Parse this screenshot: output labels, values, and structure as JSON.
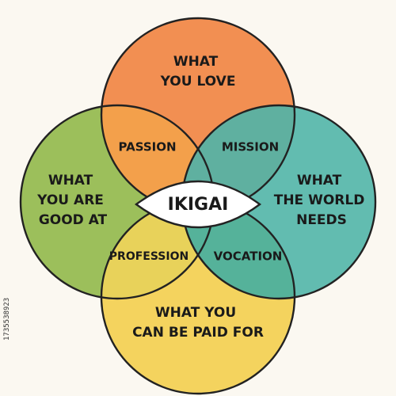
{
  "diagram": {
    "circles": {
      "love": {
        "lines": [
          "WHAT",
          "YOU LOVE"
        ],
        "color": "#f28f52"
      },
      "good": {
        "lines": [
          "WHAT",
          "YOU ARE",
          "GOOD AT"
        ],
        "color": "#9cbf5b"
      },
      "world": {
        "lines": [
          "WHAT",
          "THE WORLD",
          "NEEDS"
        ],
        "color": "#62bcb0"
      },
      "paid": {
        "lines": [
          "WHAT YOU",
          "CAN BE PAID FOR"
        ],
        "color": "#f4d35e"
      }
    },
    "overlaps": {
      "passion": {
        "label": "PASSION",
        "color": "#f3a04b"
      },
      "mission": {
        "label": "MISSION",
        "color": "#5fb0a0"
      },
      "profession": {
        "label": "PROFESSION",
        "color": "#e8d25a"
      },
      "vocation": {
        "label": "VOCATION",
        "color": "#55b29a"
      }
    },
    "core": {
      "label": "IKIGAI",
      "fill": "#ffffff",
      "outline": "#222222"
    },
    "stroke_color": "#222222"
  },
  "stock_id": "1735538923"
}
